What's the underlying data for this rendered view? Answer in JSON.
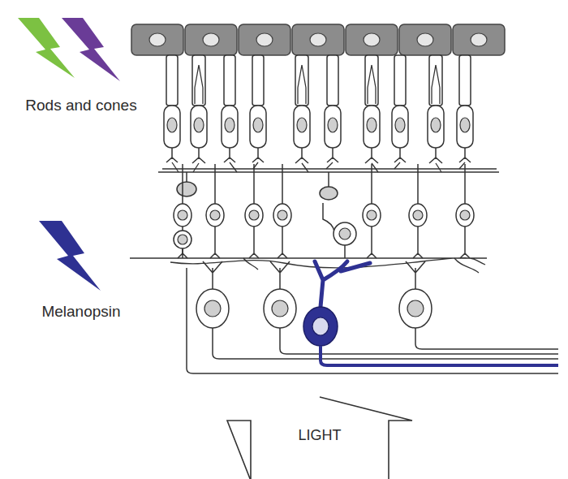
{
  "diagram": {
    "nodes": [
      {
        "text": [
          "LIGHT"
        ]
      }
    ],
    "labels": [
      "Rods and cones",
      "Melanopsin"
    ]
  }
}
